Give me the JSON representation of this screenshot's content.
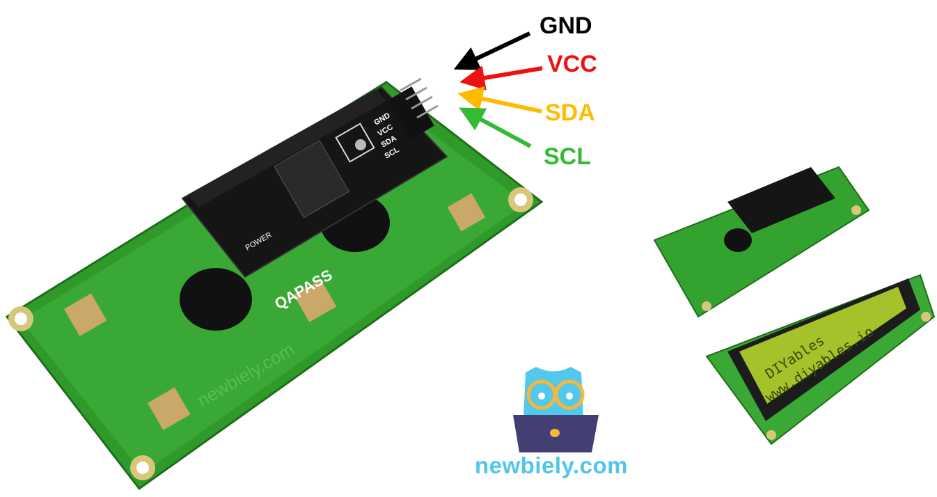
{
  "pins": [
    {
      "label": "GND",
      "color": "#000000"
    },
    {
      "label": "VCC",
      "color": "#ee1111"
    },
    {
      "label": "SDA",
      "color": "#ffbb00"
    },
    {
      "label": "SCL",
      "color": "#33bb33"
    }
  ],
  "board": {
    "brand": "QAPASS",
    "watermark": "newbiely.com",
    "module_pins": [
      "GND",
      "VCC",
      "SDA",
      "SCL"
    ],
    "power_label": "POWER"
  },
  "lcd": {
    "line1": "DIYables",
    "line2": "www.diyables.io"
  },
  "logo": {
    "site": "newbiely.com",
    "colors": {
      "owl": "#52c8ec",
      "glasses": "#f6b73c",
      "laptop": "#433f72"
    }
  }
}
